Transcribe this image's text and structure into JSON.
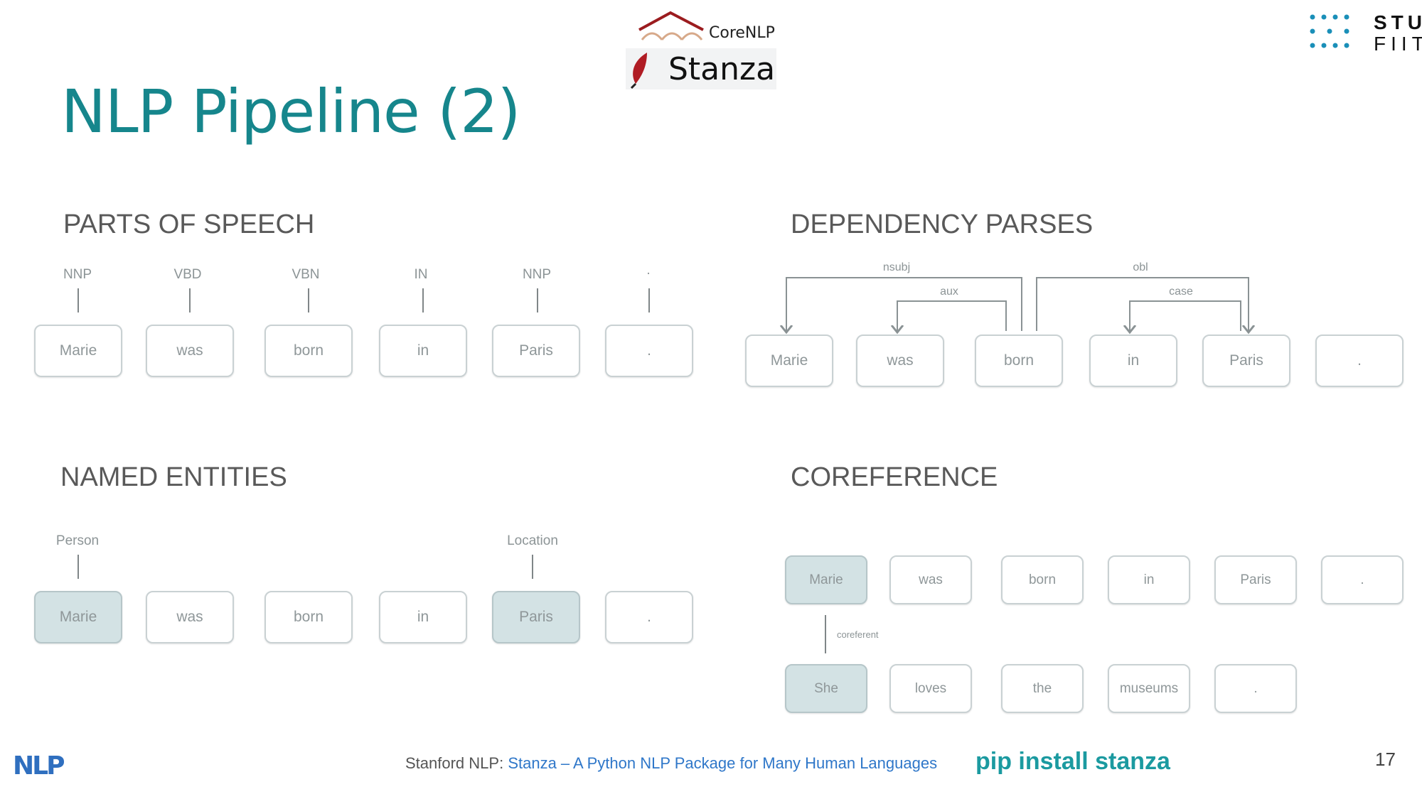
{
  "slide": {
    "title": "NLP Pipeline (2)",
    "page_number": "17"
  },
  "logos": {
    "corenlp": "CoreNLP",
    "stanza": "Stanza",
    "stu": "STU",
    "fiit": "FIIT",
    "nlp": "NLP"
  },
  "sections": {
    "pos": "PARTS OF SPEECH",
    "dep": "DEPENDENCY PARSES",
    "ner": "NAMED ENTITIES",
    "coref": "COREFERENCE"
  },
  "pos": {
    "tokens": [
      "Marie",
      "was",
      "born",
      "in",
      "Paris",
      "."
    ],
    "tags": [
      "NNP",
      "VBD",
      "VBN",
      "IN",
      "NNP",
      "."
    ]
  },
  "dep": {
    "tokens": [
      "Marie",
      "was",
      "born",
      "in",
      "Paris",
      "."
    ],
    "relations": [
      "nsubj",
      "aux",
      "obl",
      "case"
    ]
  },
  "ner": {
    "tokens": [
      "Marie",
      "was",
      "born",
      "in",
      "Paris",
      "."
    ],
    "labels": [
      "Person",
      "Location"
    ]
  },
  "coref": {
    "sentence1": [
      "Marie",
      "was",
      "born",
      "in",
      "Paris",
      "."
    ],
    "sentence2": [
      "She",
      "loves",
      "the",
      "museums",
      "."
    ],
    "relation": "coreferent"
  },
  "footer": {
    "prefix": "Stanford NLP:",
    "link_text": "Stanza – A Python NLP Package for Many Human Languages",
    "pip": "pip install stanza"
  },
  "colors": {
    "title": "#16868c",
    "highlight": "#d3e2e4",
    "link": "#2f77c9",
    "pip": "#1b9aa0",
    "corenlp_roof": "#9b1c1f",
    "stu_dots": "#1a8fb8"
  }
}
